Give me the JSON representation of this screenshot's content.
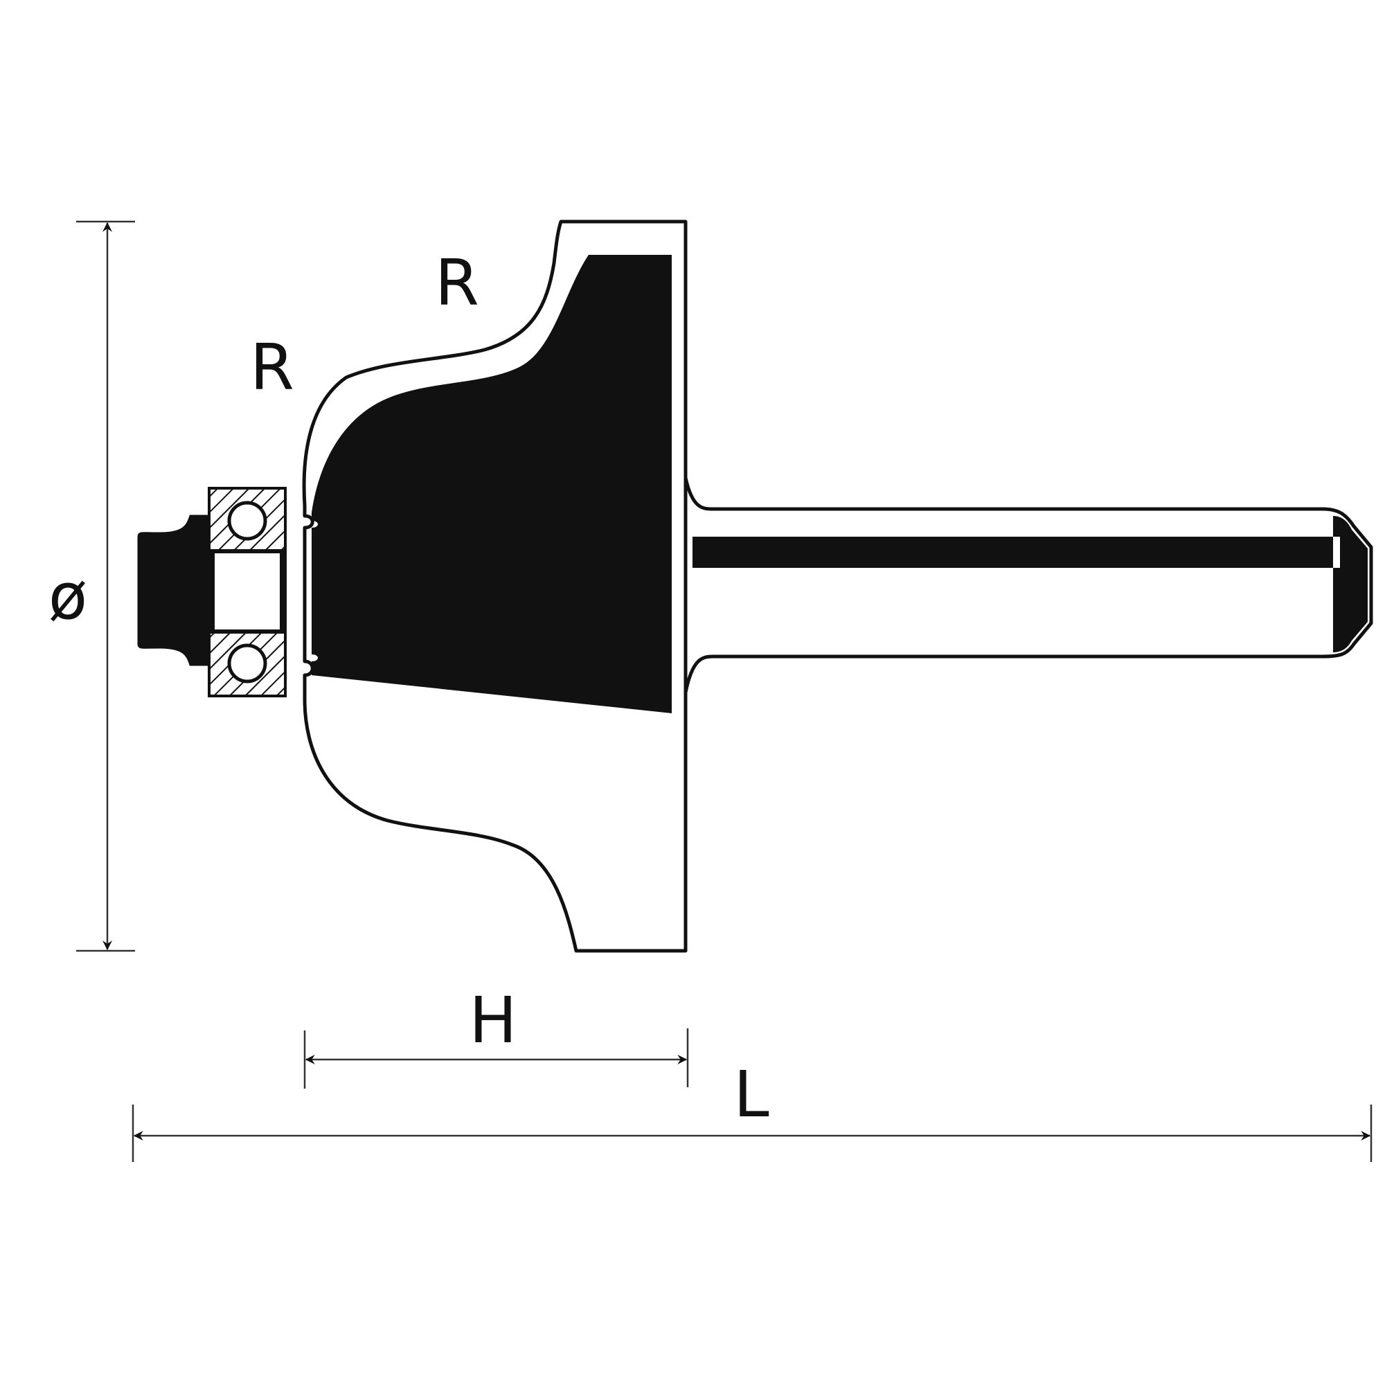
{
  "labels": {
    "profile_radius_upper": "R",
    "profile_radius_lower": "R",
    "diameter": "ø",
    "cutting_height": "H",
    "overall_length": "L"
  },
  "colors": {
    "ink": "#111111",
    "dimension_line": "#333333",
    "background": "#ffffff"
  }
}
